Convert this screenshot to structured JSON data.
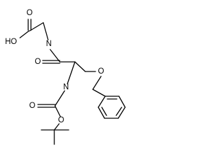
{
  "molecule": {
    "atoms": {
      "acid_hydroxyl": "HO",
      "acid_carbonyl_o": "O",
      "amide_n": "N",
      "amide_o": "O",
      "ether_o": "O",
      "carbamate_n": "N",
      "carbamate_carbonyl_o": "O",
      "carbamate_ester_o": "O"
    },
    "colors": {
      "bond": "#000000",
      "label": "#000000",
      "background": "#ffffff"
    }
  }
}
